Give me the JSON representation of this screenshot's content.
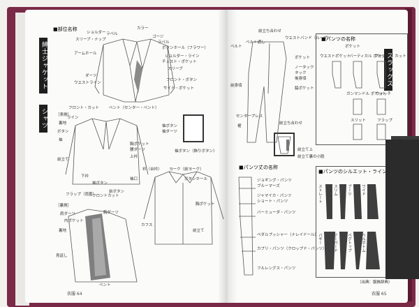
{
  "left_page": {
    "band_jacket": "紳士ジャケット",
    "band_shirt": "シャツ",
    "section_parts": "■部位名称",
    "jacket_labels": [
      "ショルダー",
      "ラペル",
      "カラー",
      "スリーブ・ナップ",
      "ゴージ",
      "ラペル",
      "ボタンホール（フラワー）",
      "ショルダー・ライン",
      "チェスト・ポケット",
      "アームホール",
      "スリーブ",
      "ダーツ",
      "フロント・ボタン",
      "ウエストライン",
      "サイド・ポケット"
    ],
    "shirt_top_labels": [
      "フロント・カット",
      "ベント（センター・ベント）"
    ],
    "front_label": "［表側］",
    "shirt_labels": [
      "裏地",
      "ライン",
      "ボタン",
      "袖",
      "フラップ（雨蓋）",
      "腰ダーツ",
      "前ボタン",
      "フロントカット",
      "上衿",
      "前立て",
      "下衿",
      "胸ポケット",
      "袖ボタン",
      "袖口"
    ],
    "inset_labels": [
      "袖ボタン",
      "袖ダーツ",
      "袖ボタン（飾りボタン）"
    ],
    "dress_shirt_labels": [
      "衿（台衿）",
      "ヨーク（前ヨーク）",
      "ボタンホール",
      "カフス",
      "胸ポケット",
      "前立て"
    ],
    "back_label": "［裏側］",
    "lining_labels": [
      "肩ダーツ",
      "内ポケット",
      "裏地",
      "見返し",
      "胸ダーツ",
      "ベント"
    ],
    "folio": "衣服 64"
  },
  "right_page": {
    "band_slacks": "スラックス",
    "section_pants_parts": "■パンツの名称",
    "pants_labels": [
      "前立ち合わせ",
      "ベルト",
      "ベルト通し",
      "前身頃",
      "ポケット",
      "後身頃",
      "ウエストバンド（ループ）",
      "ノータック",
      "タック",
      "脇ポケット",
      "センタープレス",
      "裾"
    ],
    "detail_labels": [
      "前立ち合わせ",
      "前立て上",
      "前立て裏の小股"
    ],
    "pocket_box_labels": [
      "ポケット",
      "ウエストポケット",
      "バーティカル ポケット",
      "フォワード カット",
      "ガンマンドル ポケット",
      "ウォッチ",
      "スリット",
      "フラップ"
    ],
    "section_pants_length": "■パンツ丈の名称",
    "length_labels": [
      "ジョギング・パンツ",
      "ブルーマーズ",
      "ジャマイカ・パンツ",
      "ショート・パンツ",
      "バーミューダ・パンツ",
      "ペダルプッシャー（ナレイドール）",
      "カプリ・パンツ（クロップド・パンツ）",
      "フルレングス・パンツ"
    ],
    "section_silhouette": "■パンツのシルエット・ライン",
    "silhouette_labels": [
      "ストレート",
      "スリム",
      "ブーツ",
      "ワイド",
      "バギー",
      "テーパード",
      "ペグトップ",
      "ベルボトム"
    ],
    "footnote": "（出典：服飾辞典）",
    "folio": "衣服 65"
  }
}
